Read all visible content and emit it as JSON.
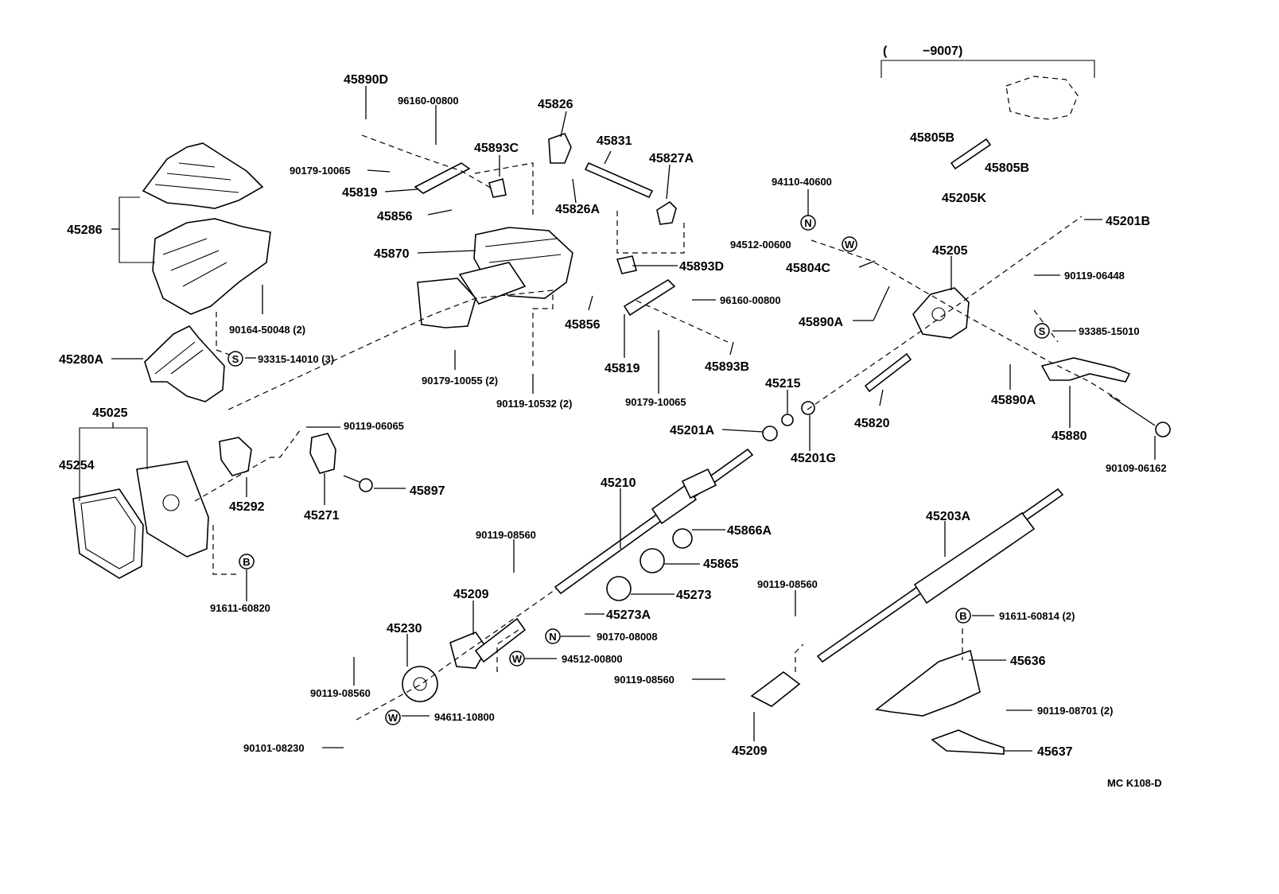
{
  "range_note": {
    "open": "(",
    "text": "−9007)"
  },
  "footer_code": "MC K108-D",
  "symbols": {
    "S": "S",
    "N": "N",
    "W": "W",
    "B": "B"
  },
  "labels": {
    "p45890D": "45890D",
    "p96160_00800a": "96160-00800",
    "p45826": "45826",
    "p45893C": "45893C",
    "p45831": "45831",
    "p45827A": "45827A",
    "p90179_10065a": "90179-10065",
    "p45819a": "45819",
    "p45856a": "45856",
    "p45826A": "45826A",
    "p45286": "45286",
    "p45870": "45870",
    "p45893D": "45893D",
    "p96160_00800b": "96160-00800",
    "p45856b": "45856",
    "p90164_50048": "90164-50048 (2)",
    "p45280A": "45280A",
    "p93315_14010": "93315-14010 (3)",
    "p90179_10055": "90179-10055 (2)",
    "p90119_10532": "90119-10532 (2)",
    "p45819b": "45819",
    "p45893B": "45893B",
    "p90179_10065b": "90179-10065",
    "p94110_40600": "94110-40600",
    "p94512_00600": "94512-00600",
    "p45804C": "45804C",
    "p45890A_a": "45890A",
    "p45205": "45205",
    "p45805B_a": "45805B",
    "p45805B_b": "45805B",
    "p45205K": "45205K",
    "p45201B": "45201B",
    "p90119_06448": "90119-06448",
    "p93385_15010": "93385-15010",
    "p45890A_b": "45890A",
    "p45880": "45880",
    "p90109_06162": "90109-06162",
    "p45215": "45215",
    "p45201A": "45201A",
    "p45201G": "45201G",
    "p45820": "45820",
    "p45025": "45025",
    "p45254": "45254",
    "p90119_06065": "90119-06065",
    "p45292": "45292",
    "p45271": "45271",
    "p45897": "45897",
    "p91611_60820": "91611-60820",
    "p45210": "45210",
    "p45866A": "45866A",
    "p45865": "45865",
    "p45273": "45273",
    "p45273A": "45273A",
    "p90119_08560a": "90119-08560",
    "p45209a": "45209",
    "p90170_08008": "90170-08008",
    "p94512_00800": "94512-00800",
    "p45230": "45230",
    "p90119_08560b": "90119-08560",
    "p94611_10800": "94611-10800",
    "p90101_08230": "90101-08230",
    "p45203A": "45203A",
    "p90119_08560c": "90119-08560",
    "p90119_08560d": "90119-08560",
    "p45209b": "45209",
    "p91611_60814": "91611-60814 (2)",
    "p45636": "45636",
    "p90119_08701": "90119-08701 (2)",
    "p45637": "45637"
  }
}
